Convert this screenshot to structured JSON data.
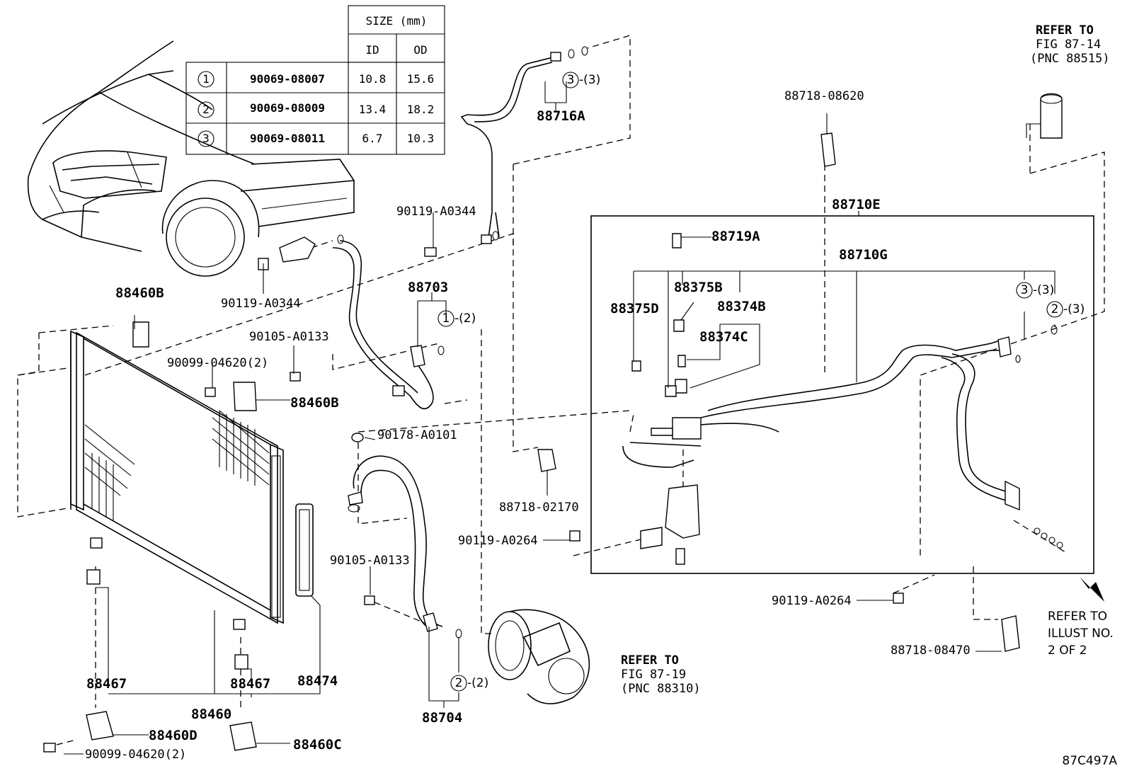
{
  "size_table": {
    "header": "SIZE (mm)",
    "col_id": "ID",
    "col_od": "OD",
    "rows": [
      {
        "no": "1",
        "part": "90069-08007",
        "id": "10.8",
        "od": "15.6"
      },
      {
        "no": "2",
        "part": "90069-08009",
        "id": "13.4",
        "od": "18.2"
      },
      {
        "no": "3",
        "part": "90069-08011",
        "id": "6.7",
        "od": "10.3"
      }
    ]
  },
  "labels": {
    "p88716A": "88716A",
    "q3a": "3",
    "q3a_count": "-(3)",
    "p90119_A0344_a": "90119-A0344",
    "p90119_A0344_b": "90119-A0344",
    "p88460B_a": "88460B",
    "p90105_A0133_a": "90105-A0133",
    "p90099_04620_a": "90099-04620(2)",
    "p88460B_b": "88460B",
    "p88703": "88703",
    "q1": "1",
    "q1_count": "-(2)",
    "p90178_A0101": "90178-A0101",
    "p90105_A0133_b": "90105-A0133",
    "q2a": "2",
    "q2a_count": "-(2)",
    "p88704": "88704",
    "p88467_a": "88467",
    "p88467_b": "88467",
    "p88474": "88474",
    "p88460": "88460",
    "p88460D": "88460D",
    "p88460C": "88460C",
    "p90099_04620_b": "90099-04620(2)",
    "p88718_02170": "88718-02170",
    "p90119_A0264_a": "90119-A0264",
    "p90119_A0264_b": "90119-A0264",
    "p88718_08620": "88718-08620",
    "p88710E": "88710E",
    "p88719A": "88719A",
    "p88710G": "88710G",
    "p88375B": "88375B",
    "p88375D": "88375D",
    "p88374B": "88374B",
    "p88374C": "88374C",
    "q3b": "3",
    "q3b_count": "-(3)",
    "q2b": "2",
    "q2b_count": "-(3)",
    "p88718_08470": "88718-08470",
    "refer_a_1": "REFER TO",
    "refer_a_2": "FIG 87-14",
    "refer_a_3": "(PNC 88515)",
    "refer_b_1": "REFER TO",
    "refer_b_2": "FIG 87-19",
    "refer_b_3": "(PNC 88310)",
    "refer_c_1": "REFER TO",
    "refer_c_2": "ILLUST NO.",
    "refer_c_3": "2 OF 2",
    "figure_code": "87C497A"
  }
}
